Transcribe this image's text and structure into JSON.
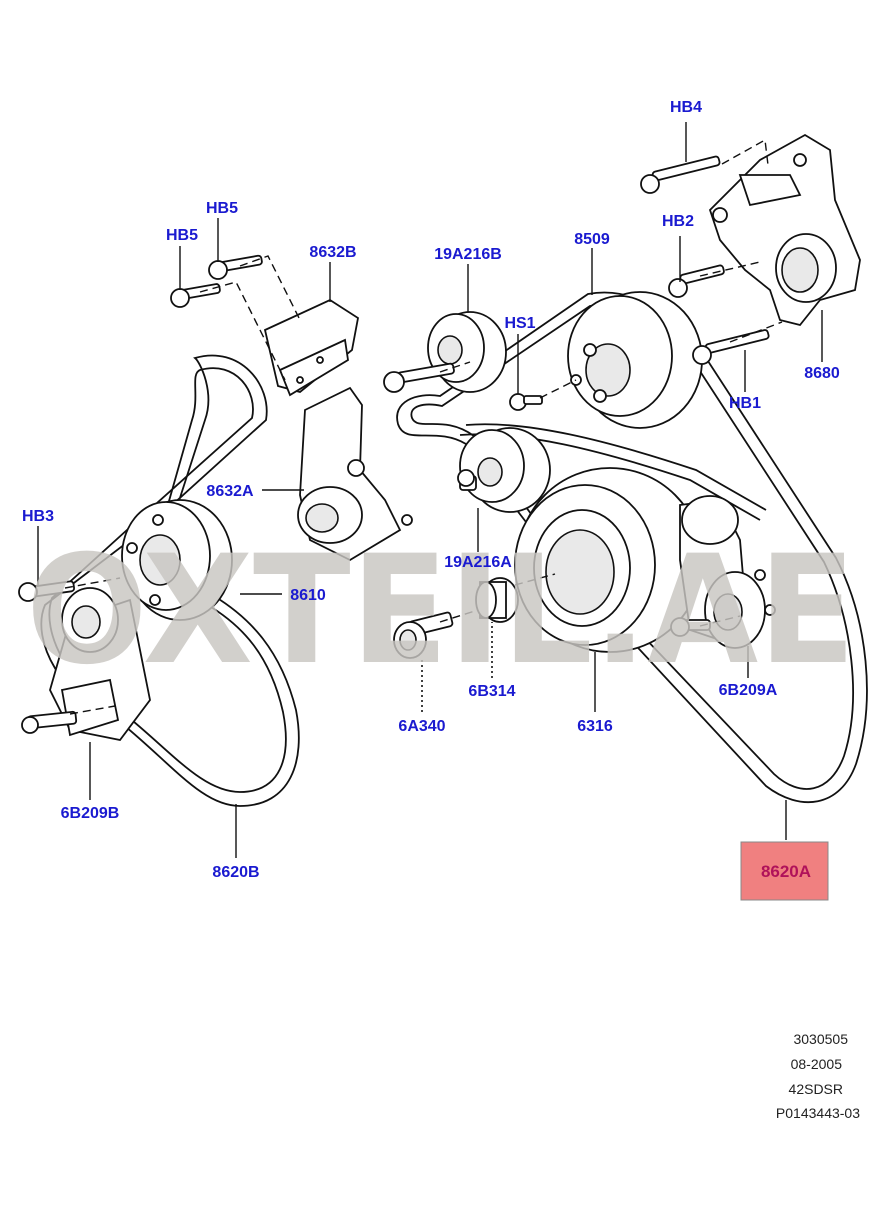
{
  "watermark": "OXTEIL.AE",
  "labels": {
    "hb4": "HB4",
    "hb2": "HB2",
    "hb1": "HB1",
    "p8680": "8680",
    "hb5a": "HB5",
    "hb5b": "HB5",
    "p8632b": "8632B",
    "p19a216b": "19A216B",
    "p8509": "8509",
    "hs1": "HS1",
    "p8632a": "8632A",
    "hb3": "HB3",
    "p19a216a": "19A216A",
    "p8610": "8610",
    "p6b314": "6B314",
    "p6a340": "6A340",
    "p6316": "6316",
    "p6b209a": "6B209A",
    "p6b209b": "6B209B",
    "p8620b": "8620B",
    "p8620a": "8620A"
  },
  "highlight_color": "#f08080",
  "label_color": "#1a1ad0",
  "info": {
    "line1": "3030505",
    "line2": "08-2005",
    "line3": "42SDSR",
    "line4": "P0143443-03"
  }
}
